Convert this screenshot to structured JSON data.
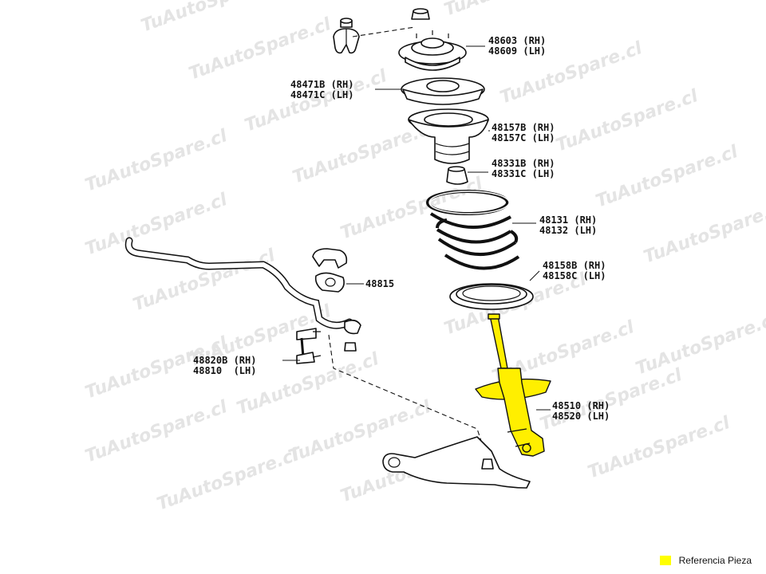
{
  "watermark": "TuAutoSpare.cl",
  "highlight_color": "#ffef00",
  "legend": {
    "label": "Referencia Pieza",
    "color": "#ffff00"
  },
  "parts": [
    {
      "id": "48603",
      "line1": "48603 (RH)",
      "line2": "48609 (LH)"
    },
    {
      "id": "48471",
      "line1": "48471B (RH)",
      "line2": "48471C (LH)"
    },
    {
      "id": "48157",
      "line1": "48157B (RH)",
      "line2": "48157C (LH)"
    },
    {
      "id": "48331",
      "line1": "48331B (RH)",
      "line2": "48331C (LH)"
    },
    {
      "id": "48131",
      "line1": "48131 (RH)",
      "line2": "48132 (LH)"
    },
    {
      "id": "48158",
      "line1": "48158B (RH)",
      "line2": "48158C (LH)"
    },
    {
      "id": "48815",
      "line1": "48815"
    },
    {
      "id": "48820",
      "line1": "48820B (RH)",
      "line2": "48810  (LH)"
    },
    {
      "id": "48510",
      "line1": "48510 (RH)",
      "line2": "48520 (LH)"
    }
  ]
}
